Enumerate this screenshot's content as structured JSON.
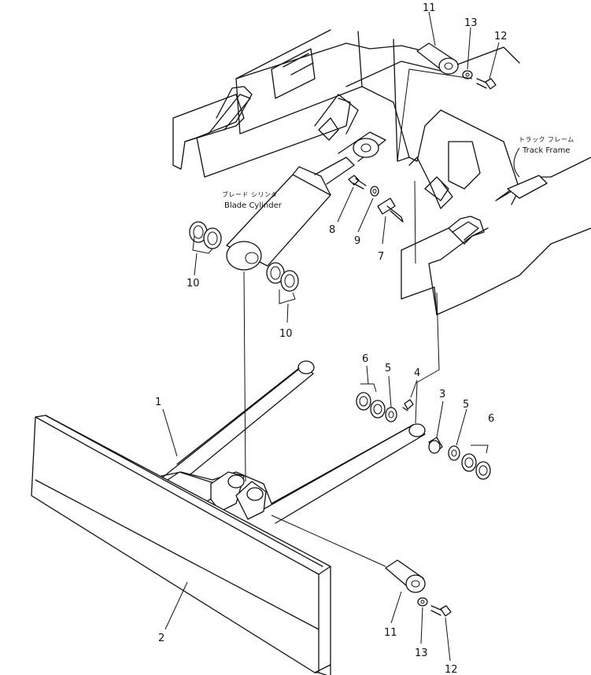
{
  "labels": {
    "blade_cylinder_jp": "ブレード シリンダ",
    "blade_cylinder_en": "Blade Cylinder",
    "track_frame_jp": "トラック フレーム",
    "track_frame_en": "Track Frame"
  },
  "callouts": {
    "c1": "1",
    "c2": "2",
    "c3": "3",
    "c4": "4",
    "c5a": "5",
    "c5b": "5",
    "c6a": "6",
    "c6b": "6",
    "c7": "7",
    "c8": "8",
    "c9": "9",
    "c10a": "10",
    "c10b": "10",
    "c11a": "11",
    "c11b": "11",
    "c12a": "12",
    "c12b": "12",
    "c13a": "13",
    "c13b": "13"
  }
}
